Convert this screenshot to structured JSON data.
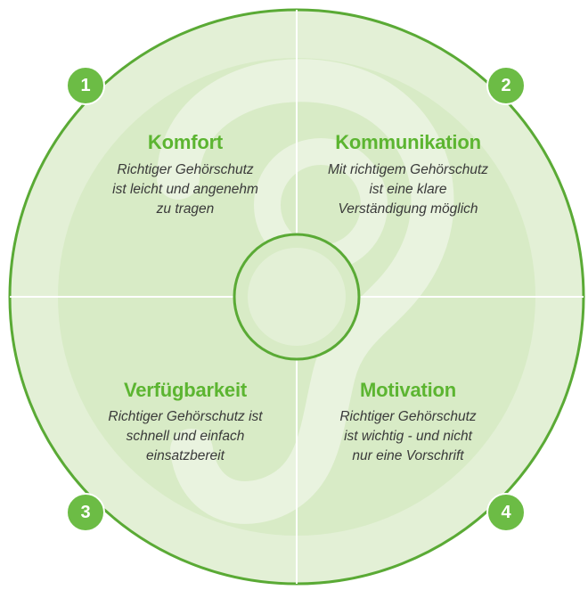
{
  "colors": {
    "outer_ring": "#5aaa35",
    "fill_outer": "#e3f0d6",
    "fill_inner": "#d8ebc6",
    "accent_green": "#5cb531",
    "badge_green": "#6cbc45",
    "text_dark": "#3a3a3a"
  },
  "quadrants": [
    {
      "number": "1",
      "title": "Komfort",
      "lines": [
        "Richtiger Gehörschutz",
        "ist leicht und angenehm",
        "zu tragen"
      ]
    },
    {
      "number": "2",
      "title": "Kommunikation",
      "lines": [
        "Mit richtigem Gehörschutz",
        "ist eine klare",
        "Verständigung möglich"
      ]
    },
    {
      "number": "3",
      "title": "Verfügbarkeit",
      "lines": [
        "Richtiger Gehörschutz ist",
        "schnell und einfach",
        "einsatzbereit"
      ]
    },
    {
      "number": "4",
      "title": "Motivation",
      "lines": [
        "Richtiger Gehörschutz",
        "ist wichtig - und nicht",
        "nur eine Vorschrift"
      ]
    }
  ]
}
